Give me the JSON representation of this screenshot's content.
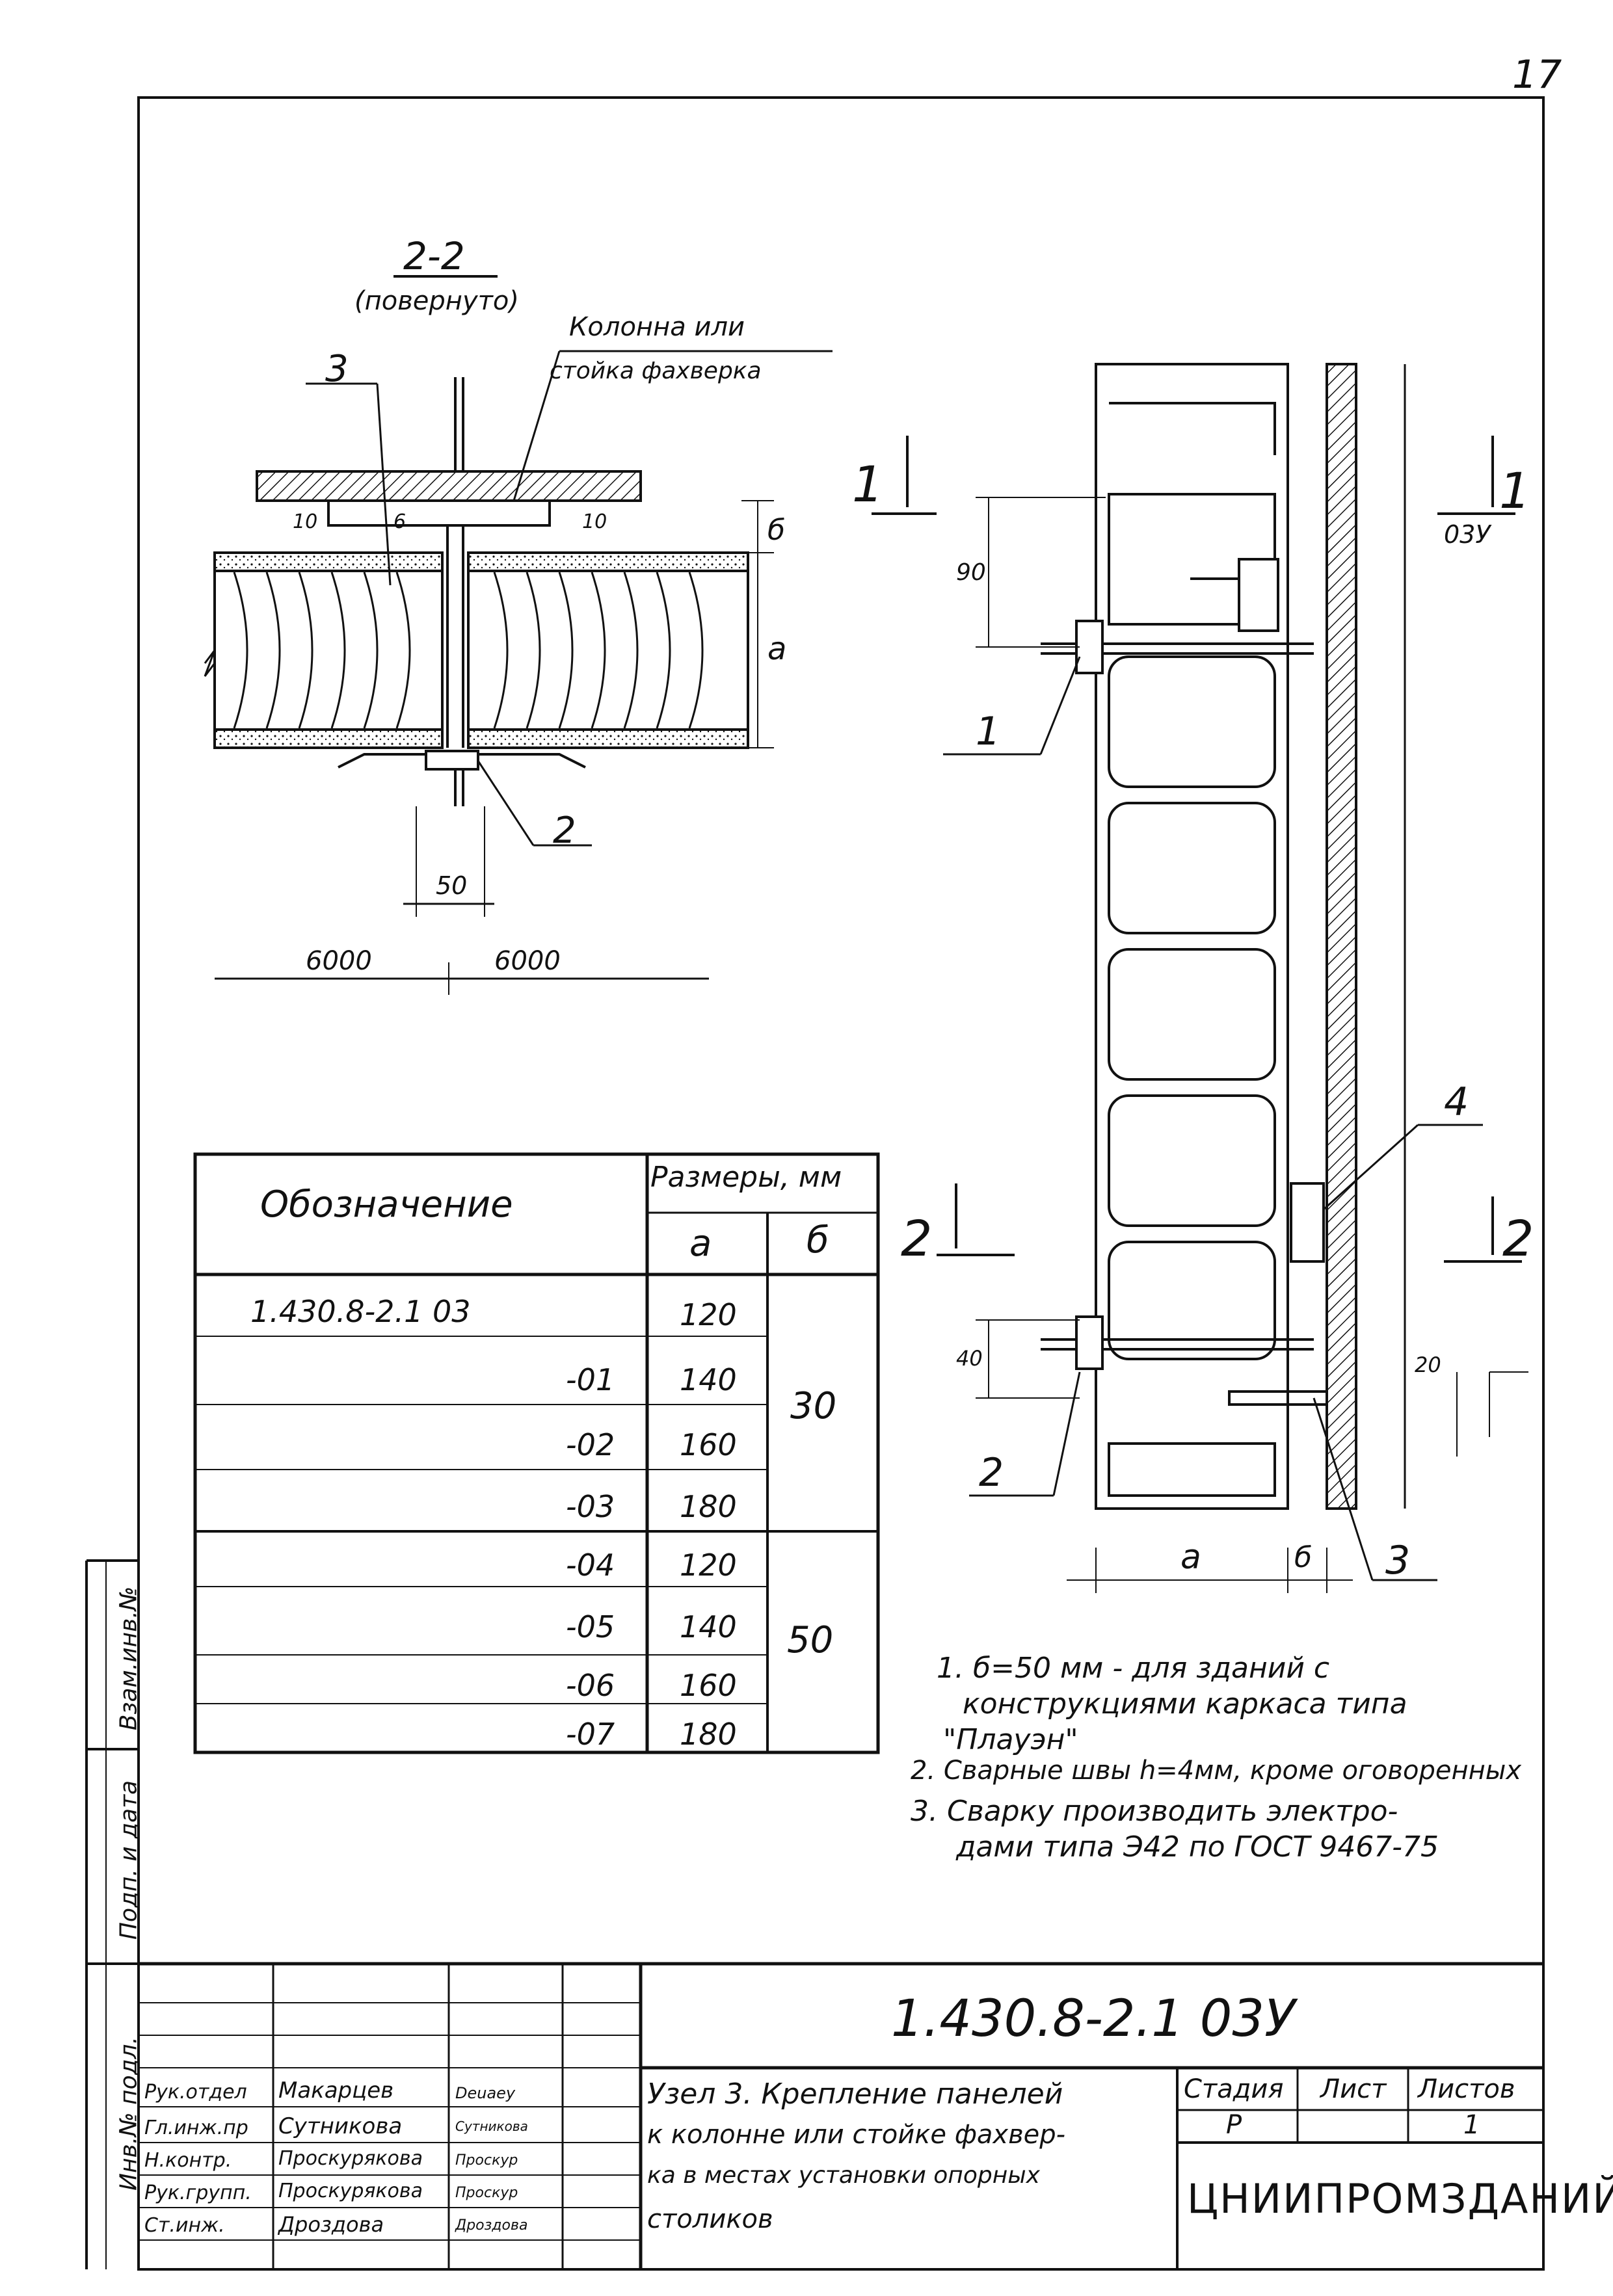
{
  "page_number": "17",
  "section": {
    "title": "2-2",
    "subtitle": "(повернуто)",
    "column_label_line1": "Колонна или",
    "column_label_line2": "стойка фахверка",
    "callouts": {
      "c2": "2",
      "c3": "3"
    },
    "dims": {
      "d10_left": "10",
      "d6": "6",
      "d10_right": "10",
      "delta": "б",
      "a": "а",
      "d50": "50",
      "d6000_left": "6000",
      "d6000_right": "6000"
    }
  },
  "elevation": {
    "cut_1_left": "1",
    "cut_1_right": "1",
    "cut_1_ref": "03У",
    "cut_2_left": "2",
    "cut_2_right": "2",
    "callouts": {
      "c1": "1",
      "c2": "2",
      "c3": "3",
      "c4": "4"
    },
    "dims": {
      "d90": "90",
      "d40": "40",
      "d20": "20",
      "a": "а",
      "delta": "б"
    }
  },
  "dims_table": {
    "header_designation": "Обозначение",
    "header_sizes": "Размеры, мм",
    "col_a": "а",
    "col_b": "б",
    "rows": [
      {
        "designation": "1.430.8-2.1 03",
        "a": "120"
      },
      {
        "designation": "-01",
        "a": "140"
      },
      {
        "designation": "-02",
        "a": "160"
      },
      {
        "designation": "-03",
        "a": "180"
      },
      {
        "designation": "-04",
        "a": "120"
      },
      {
        "designation": "-05",
        "a": "140"
      },
      {
        "designation": "-06",
        "a": "160"
      },
      {
        "designation": "-07",
        "a": "180"
      }
    ],
    "b_group1": "30",
    "b_group2": "50"
  },
  "notes": [
    "1. б=50 мм - для зданий с",
    "конструкциями каркаса типа",
    "\"Плауэн\"",
    "2. Сварные швы h=4мм, кроме оговоренных",
    "3. Сварку производить электро-",
    "дами типа Э42 по ГОСТ 9467-75"
  ],
  "side_stamp": {
    "cell1": "Инв.№ подл.",
    "cell2": "Подп. и дата",
    "cell3": "Взам.инв.№"
  },
  "title_block": {
    "doc_code": "1.430.8-2.1 03У",
    "roles": [
      {
        "role": "Рук.отдел",
        "name": "Макарцев",
        "sign": "Deuaey"
      },
      {
        "role": "Гл.инж.пр",
        "name": "Сутникова",
        "sign": "Сутникова"
      },
      {
        "role": "Н.контр.",
        "name": "Проскурякова",
        "sign": "Проскур"
      },
      {
        "role": "Рук.групп.",
        "name": "Проскурякова",
        "sign": "Проскур"
      },
      {
        "role": "Ст.инж.",
        "name": "Дроздова",
        "sign": "Дроздова"
      }
    ],
    "title_lines": [
      "Узел 3. Крепление панелей",
      "к колонне или стойке фахвер-",
      "ка в местах установки опорных",
      "столиков"
    ],
    "stage_label": "Стадия",
    "sheet_label": "Лист",
    "sheets_label": "Листов",
    "stage": "Р",
    "sheet": "",
    "sheets": "1",
    "org": "ЦНИИПРОМЗДАНИЙ"
  }
}
